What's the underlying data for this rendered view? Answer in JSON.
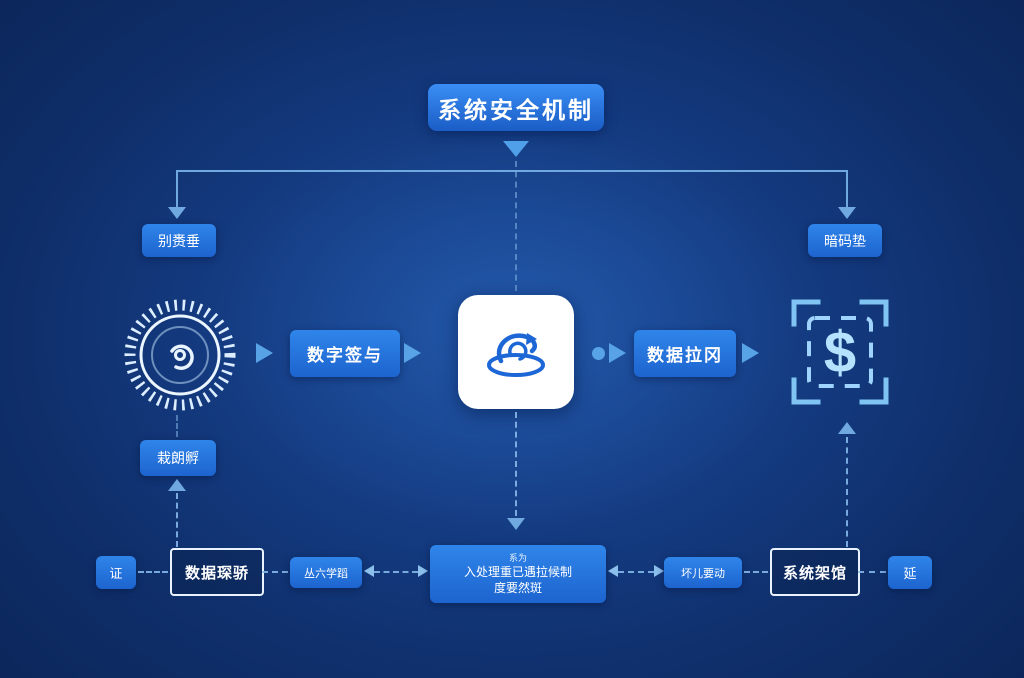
{
  "title": {
    "text": "系统安全机制"
  },
  "branch": {
    "left": "别赉垂",
    "right": "暗码垫"
  },
  "flow": {
    "step1": "数字签与",
    "step2": "数据拉冈",
    "dollar_symbol": "$"
  },
  "side": {
    "left_box": "栽朗孵"
  },
  "bottom": {
    "far_left": "证",
    "box1": "数据琛骄",
    "box2": "丛六学蹈",
    "center_top": "系为",
    "center_line1": "入处理重已遇拉候制",
    "center_line2": "度要然斑",
    "box3": "坏儿要动",
    "box4": "系统架馆",
    "far_right": "延"
  },
  "colors": {
    "node_blue": "#2473dc",
    "accent_light": "#9fd4ff",
    "line": "#6fa9df",
    "background": "#0f2f6b"
  }
}
